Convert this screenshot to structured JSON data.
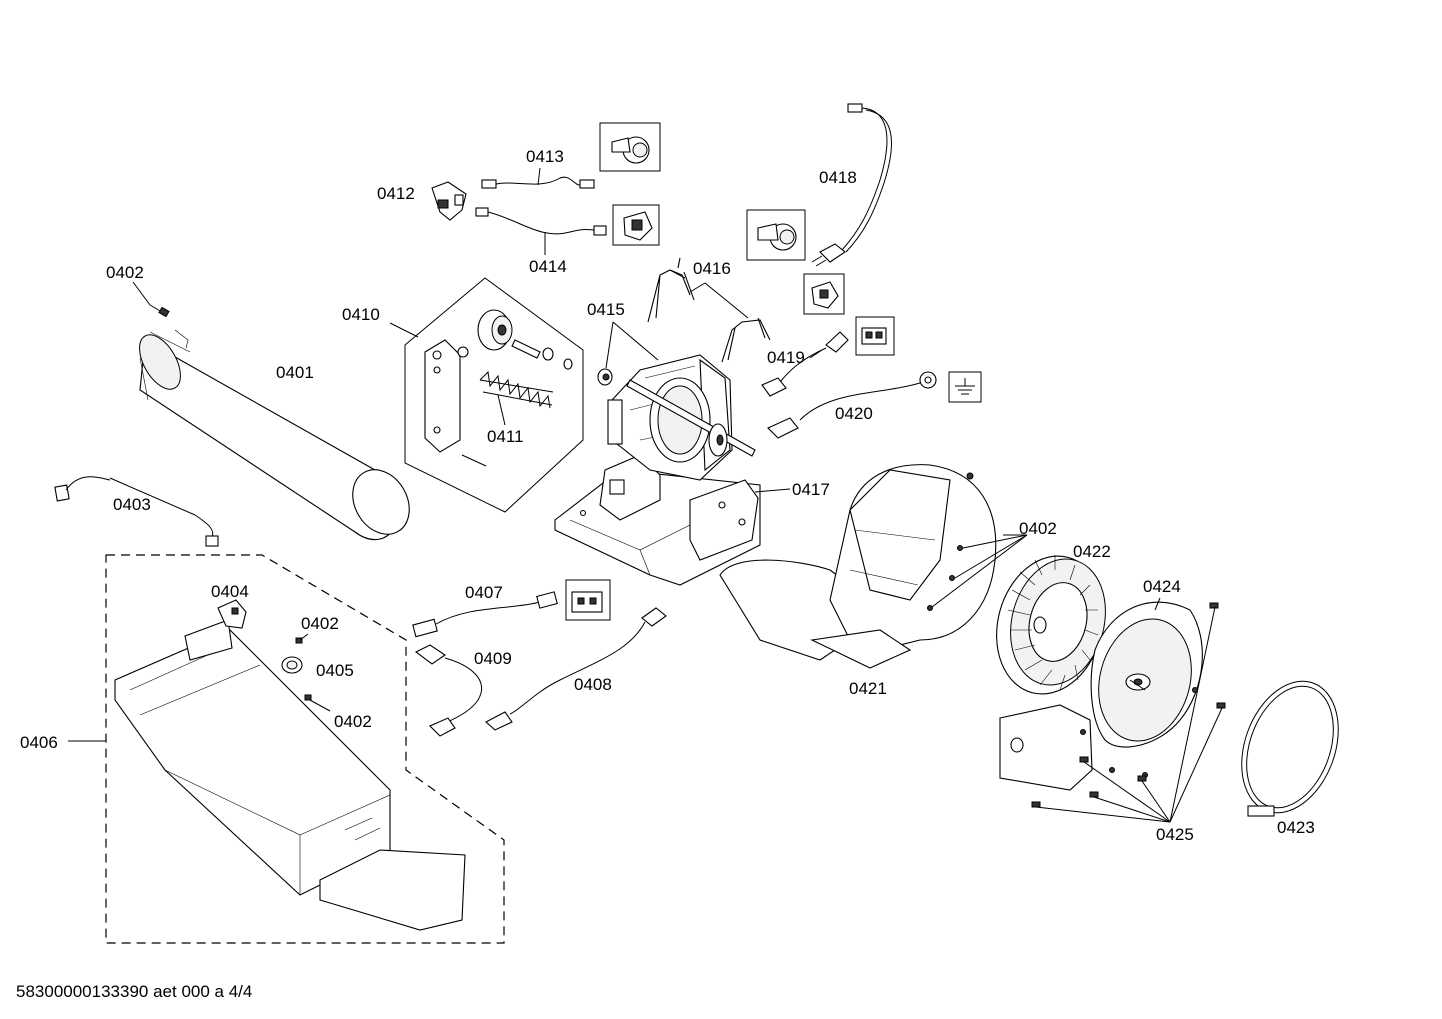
{
  "labels": {
    "p0401": "0401",
    "p0402_a": "0402",
    "p0402_b": "0402",
    "p0402_c": "0402",
    "p0402_d": "0402",
    "p0403": "0403",
    "p0404": "0404",
    "p0405": "0405",
    "p0406": "0406",
    "p0407": "0407",
    "p0408": "0408",
    "p0409": "0409",
    "p0410": "0410",
    "p0411": "0411",
    "p0412": "0412",
    "p0413": "0413",
    "p0414": "0414",
    "p0415": "0415",
    "p0416": "0416",
    "p0417": "0417",
    "p0418": "0418",
    "p0419": "0419",
    "p0420": "0420",
    "p0421": "0421",
    "p0422": "0422",
    "p0423": "0423",
    "p0424": "0424",
    "p0425": "0425"
  },
  "footer": "58300000133390 aet 000 a 4/4"
}
